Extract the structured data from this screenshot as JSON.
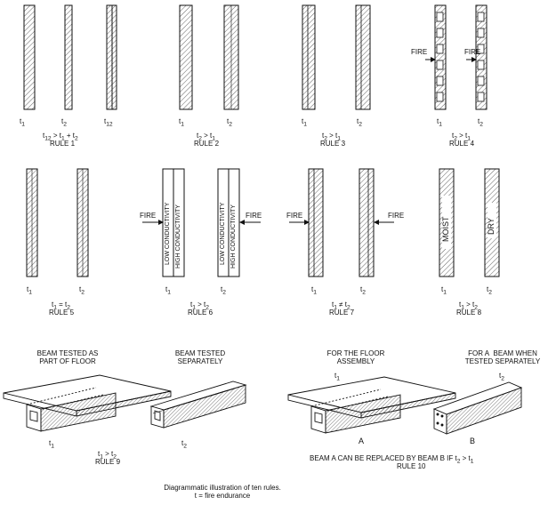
{
  "rules": [
    {
      "label": "RULE 1",
      "eq": "t12 > t1 + t2",
      "walls": [
        "t1",
        "t2",
        "t12"
      ]
    },
    {
      "label": "RULE 2",
      "eq": "t2 > t1",
      "walls": [
        "t1",
        "t2"
      ]
    },
    {
      "label": "RULE 3",
      "eq": "t2 > t1",
      "walls": [
        "t1",
        "t2"
      ]
    },
    {
      "label": "RULE 4",
      "eq": "t2 > t1",
      "walls": [
        "t1",
        "t2"
      ],
      "fire": "FIRE"
    },
    {
      "label": "RULE 5",
      "eq": "t1 = t2",
      "walls": [
        "t1",
        "t2"
      ]
    },
    {
      "label": "RULE 6",
      "eq": "t1 > t2",
      "walls": [
        "t1",
        "t2"
      ],
      "fire": "FIRE",
      "low": "LOW CONDUCTIVITY",
      "high": "HIGH CONDUCTIVITY"
    },
    {
      "label": "RULE 7",
      "eq": "t1 ≠ t2",
      "walls": [
        "t1",
        "t2"
      ],
      "fire": "FIRE"
    },
    {
      "label": "RULE 8",
      "eq": "t1 > t2",
      "walls": [
        "t1",
        "t2"
      ],
      "moist": "MOIST",
      "dry": "DRY"
    },
    {
      "label": "RULE 9",
      "eq": "t1 > t2",
      "walls": [
        "t1",
        "t2"
      ],
      "left_head": "BEAM TESTED AS\nPART OF FLOOR",
      "right_head": "BEAM TESTED\nSEPARATELY"
    },
    {
      "label": "RULE 10",
      "eq": "BEAM A CAN BE REPLACED BY BEAM B IF t2 > t1",
      "walls": [
        "t1",
        "t2",
        "A",
        "B"
      ],
      "left_head": "FOR THE FLOOR\nASSEMBLY",
      "right_head": "FOR A  BEAM WHEN\nTESTED SEPARATELY"
    }
  ],
  "caption": [
    "Diagrammatic illustration of ten rules.",
    "t = fire endurance"
  ]
}
